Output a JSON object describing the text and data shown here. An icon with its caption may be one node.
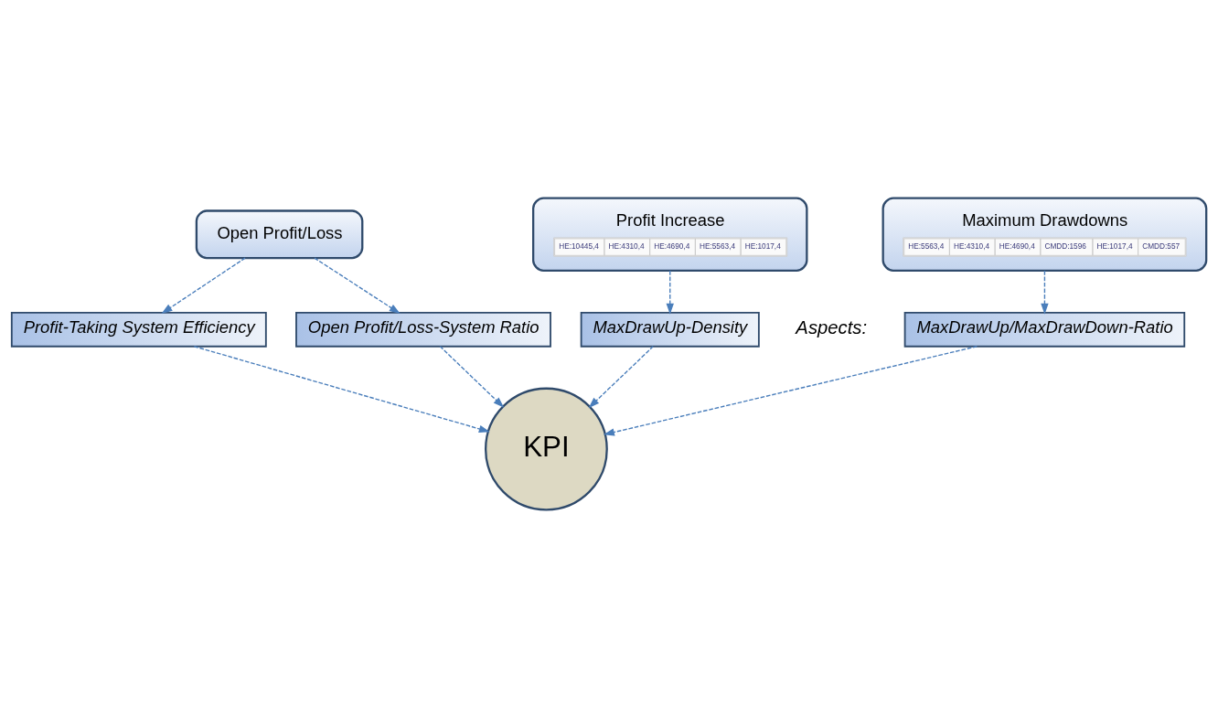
{
  "diagram": {
    "nodes": [
      {
        "text": [
          "Open Profit/Loss"
        ]
      },
      {
        "text": [
          "Profit Increase",
          "HE:10445,4",
          "HE:4310,4",
          "HE:4690,4",
          "HE:5563,4",
          "HE:1017,4"
        ]
      },
      {
        "text": [
          "Maximum Drawdowns",
          "HE:5563,4",
          "HE:4310,4",
          "HE:4690,4",
          "CMDD:1596",
          "HE:1017,4",
          "CMDD:557"
        ]
      },
      {
        "text": [
          "Profit-Taking System Efficiency"
        ]
      },
      {
        "text": [
          "MaxDrawUp-Density"
        ]
      },
      {
        "text": [
          "MaxDrawUp/MaxDrawDown-Ratio"
        ]
      },
      {
        "text": [
          "Open Profit/Loss-System Ratio"
        ]
      },
      {
        "text": [
          "KPI"
        ]
      }
    ],
    "edges": [
      {
        "from": 0,
        "to": 6,
        "arrow": "to",
        "style": "dashed"
      },
      {
        "from": 0,
        "to": 3,
        "arrow": "to",
        "style": "dashed"
      },
      {
        "from": 1,
        "to": 4,
        "arrow": "to",
        "style": "dashed"
      },
      {
        "from": 2,
        "to": 5,
        "arrow": "to",
        "style": "dashed"
      },
      {
        "from": 3,
        "to": 7,
        "arrow": "to",
        "style": "dashed"
      },
      {
        "from": 4,
        "to": 7,
        "arrow": "to",
        "style": "dashed"
      },
      {
        "from": 5,
        "to": 7,
        "arrow": "to",
        "style": "dashed"
      },
      {
        "from": 6,
        "to": 7,
        "arrow": "to",
        "style": "dashed"
      }
    ],
    "labels": [
      "Aspects:"
    ]
  }
}
